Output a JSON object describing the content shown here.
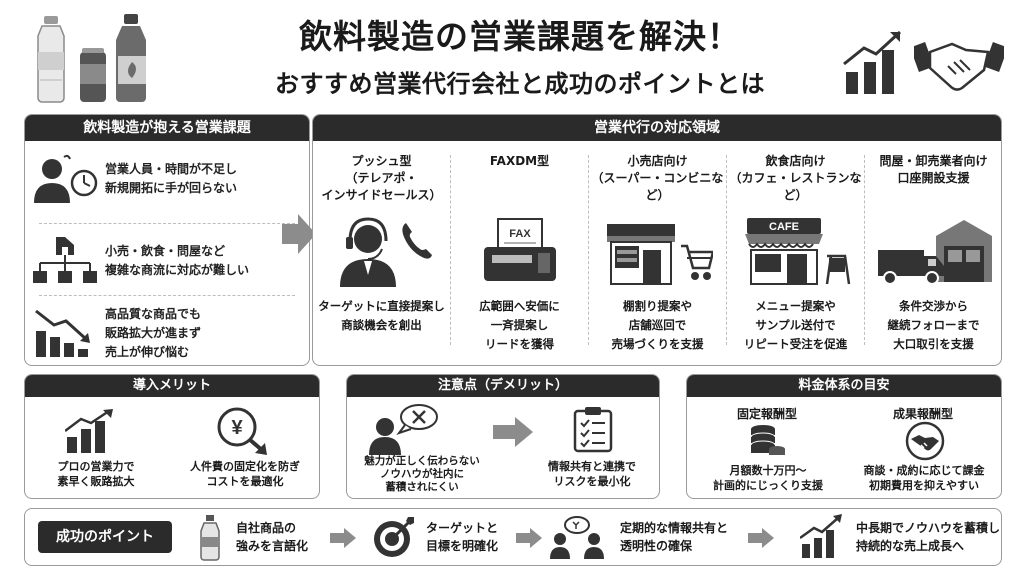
{
  "header": {
    "title": "飲料製造の営業課題を解決！",
    "subtitle": "おすすめ営業代行会社と成功のポイントとは"
  },
  "issues": {
    "heading": "飲料製造が抱える営業課題",
    "items": [
      {
        "line1": "営業人員・時間が不足し",
        "line2": "新規開拓に手が回らない"
      },
      {
        "line1": "小売・飲食・問屋など",
        "line2": "複雑な商流に対応が難しい"
      },
      {
        "line1": "高品質な商品でも",
        "line2": "販路拡大が進まず",
        "line3": "売上が伸び悩む"
      }
    ]
  },
  "services": {
    "heading": "営業代行の対応領域",
    "items": [
      {
        "t1": "プッシュ型",
        "t2": "（テレアポ・",
        "t3": "インサイドセールス）",
        "d1": "ターゲットに直接提案し",
        "d2": "商談機会を創出",
        "d3": ""
      },
      {
        "t1": "",
        "t2": "FAXDM型",
        "t3": "",
        "d1": "広範囲へ安価に",
        "d2": "一斉提案し",
        "d3": "リードを獲得"
      },
      {
        "t1": "小売店向け",
        "t2": "（スーパー・コンビニなど）",
        "t3": "",
        "d1": "棚割り提案や",
        "d2": "店舗巡回で",
        "d3": "売場づくりを支援"
      },
      {
        "t1": "飲食店向け",
        "t2": "（カフェ・レストランなど）",
        "t3": "",
        "d1": "メニュー提案や",
        "d2": "サンプル送付で",
        "d3": "リピート受注を促進"
      },
      {
        "t1": "問屋・卸売業者向け",
        "t2": "口座開設支援",
        "t3": "",
        "d1": "条件交渉から",
        "d2": "継続フォローまで",
        "d3": "大口取引を支援"
      }
    ],
    "fax_label": "FAX",
    "cafe_label": "CAFE"
  },
  "merits": {
    "heading": "導入メリット",
    "items": [
      {
        "l1": "プロの営業力で",
        "l2": "素早く販路拡大"
      },
      {
        "l1": "人件費の固定化を防ぎ",
        "l2": "コストを最適化"
      }
    ],
    "yen": "¥"
  },
  "cautions": {
    "heading": "注意点（デメリット）",
    "left": {
      "l1": "魅力が正しく伝わらない",
      "l2": "ノウハウが社内に",
      "l3": "蓄積されにくい"
    },
    "right": {
      "l1": "情報共有と連携で",
      "l2": "リスクを最小化"
    }
  },
  "pricing": {
    "heading": "料金体系の目安",
    "fixed": {
      "title": "固定報酬型",
      "l1": "月額数十万円〜",
      "l2": "計画的にじっくり支援"
    },
    "success": {
      "title": "成果報酬型",
      "l1": "商談・成約に応じて課金",
      "l2": "初期費用を抑えやすい"
    }
  },
  "success": {
    "tag": "成功のポイント",
    "steps": [
      {
        "l1": "自社商品の",
        "l2": "強みを言語化"
      },
      {
        "l1": "ターゲットと",
        "l2": "目標を明確化"
      },
      {
        "l1": "定期的な情報共有と",
        "l2": "透明性の確保"
      },
      {
        "l1": "中長期でノウハウを蓄積し",
        "l2": "持続的な売上成長へ"
      }
    ]
  },
  "colors": {
    "dark": "#2b2b2b",
    "border": "#9a9a9a",
    "arrow": "#8c8c8c"
  }
}
